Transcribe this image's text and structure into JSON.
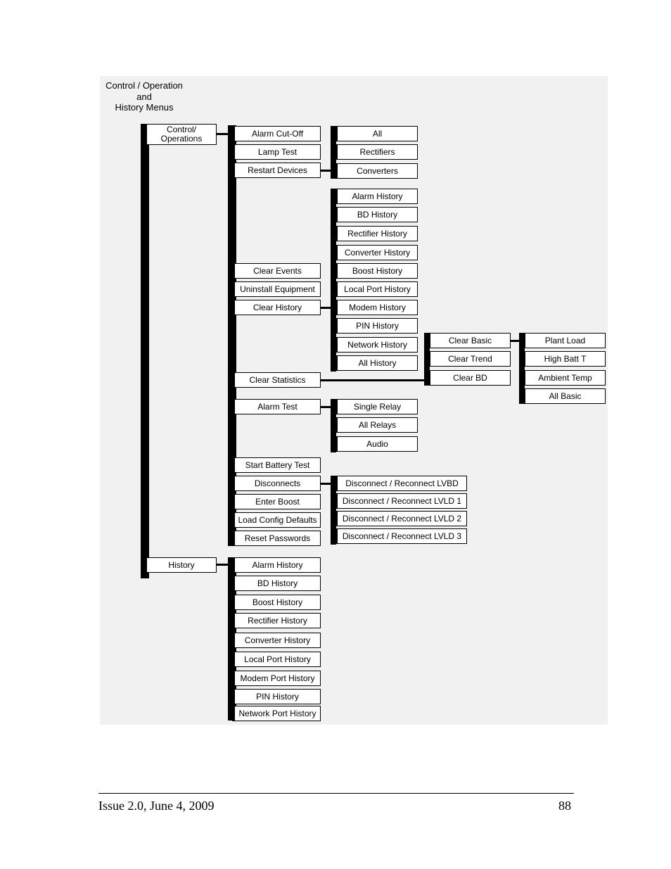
{
  "diagram": {
    "title": "Control / Operation\nand\nHistory Menus",
    "root": {
      "control_ops": "Control/\nOperations",
      "history": "History"
    },
    "control_items": [
      "Alarm Cut-Off",
      "Lamp Test",
      "Restart Devices",
      "Clear Events",
      "Uninstall Equipment",
      "Clear History",
      "Clear Statistics",
      "Alarm Test",
      "Start Battery Test",
      "Disconnects",
      "Enter Boost",
      "Load Config Defaults",
      "Reset Passwords"
    ],
    "restart_devices": [
      "All",
      "Rectifiers",
      "Converters"
    ],
    "clear_history": [
      "Alarm History",
      "BD History",
      "Rectifier History",
      "Converter History",
      "Boost History",
      "Local Port History",
      "Modem History",
      "PIN History",
      "Network History",
      "All History"
    ],
    "clear_statistics": [
      "Clear Basic",
      "Clear Trend",
      "Clear BD"
    ],
    "clear_basic": [
      "Plant Load",
      "High Batt T",
      "Ambient Temp",
      "All Basic"
    ],
    "alarm_test": [
      "Single Relay",
      "All Relays",
      "Audio"
    ],
    "disconnects": [
      "Disconnect / Reconnect LVBD",
      "Disconnect / Reconnect LVLD 1",
      "Disconnect / Reconnect LVLD 2",
      "Disconnect / Reconnect LVLD 3"
    ],
    "history_items": [
      "Alarm History",
      "BD History",
      "Boost History",
      "Rectifier History",
      "Converter History",
      "Local Port History",
      "Modem Port History",
      "PIN History",
      "Network Port History"
    ]
  },
  "footer": {
    "issue": "Issue 2.0, June 4, 2009",
    "page": "88"
  }
}
